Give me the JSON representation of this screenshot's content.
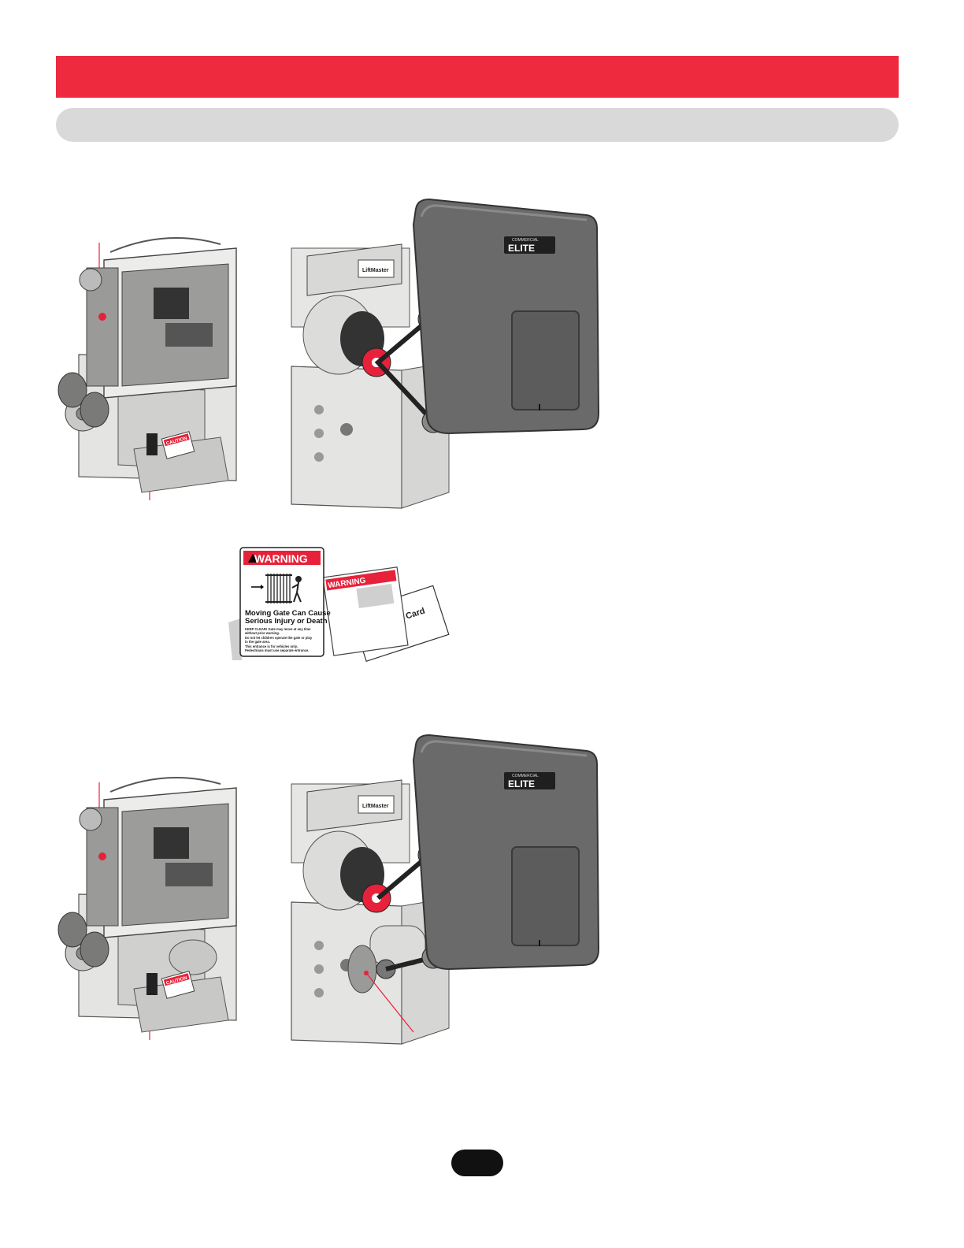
{
  "colors": {
    "accent_red": "#ee2a3f",
    "section_grey": "#d9d9d9",
    "cover_grey": "#6a6a6a",
    "frame_grey": "#e4e4e2"
  },
  "brand": {
    "small": "COMMERCIAL",
    "name": "ELITE"
  },
  "liftmaster_plate": "LiftMaster",
  "caution_label": "CAUTION",
  "warning_sign": {
    "header": "WARNING",
    "headline_line1": "Moving Gate Can Cause",
    "headline_line2": "Serious Injury or Death",
    "body_lines": [
      "KEEP CLEAR! Gate may move at any time",
      "without prior warning.",
      "Do not let children operate the gate or play",
      "in the gate area.",
      "This entrance is for vehicles only.",
      "Pedestrians must use separate entrance."
    ]
  },
  "second_sign_header": "WARNING",
  "warranty_card": "Warranty Card"
}
